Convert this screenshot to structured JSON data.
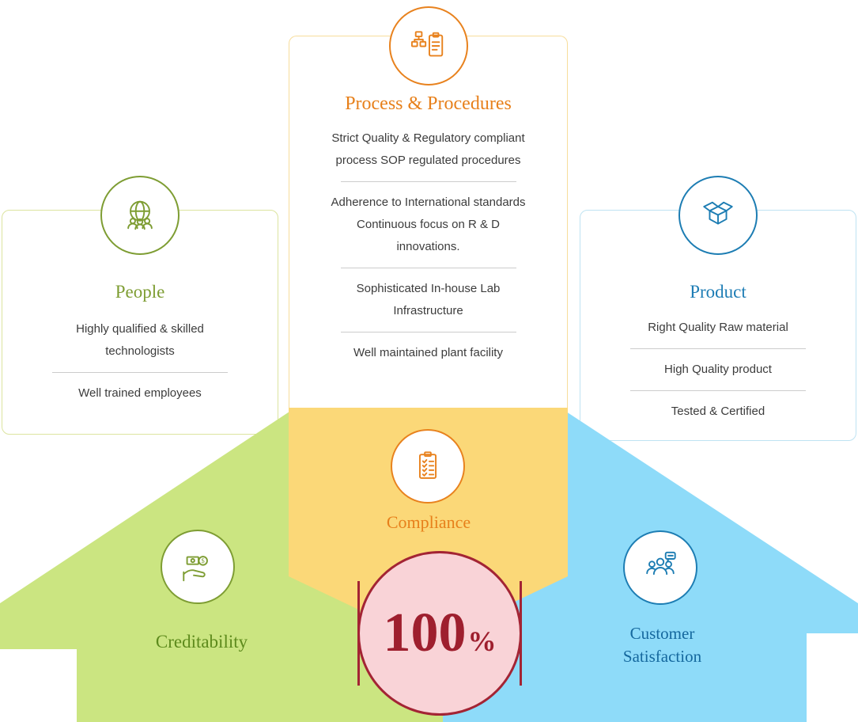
{
  "cards": {
    "people": {
      "icon": "globe-people-icon",
      "title": "People",
      "items": [
        "Highly qualified & skilled technologists",
        "Well trained employees"
      ]
    },
    "process": {
      "icon": "sitemap-clipboard-icon",
      "title": "Process & Procedures",
      "items": [
        "Strict Quality & Regulatory compliant process SOP regulated procedures",
        "Adherence to International standards Continuous focus on R & D innovations.",
        "Sophisticated In-house Lab Infrastructure",
        "Well maintained plant facility"
      ]
    },
    "product": {
      "icon": "open-box-icon",
      "title": "Product",
      "items": [
        "Right Quality Raw material",
        "High Quality product",
        "Tested & Certified"
      ]
    }
  },
  "banners": {
    "creditability": {
      "label": "Creditability",
      "icon": "hand-money-icon"
    },
    "compliance": {
      "label": "Compliance",
      "icon": "checklist-icon"
    },
    "customer": {
      "label": "Customer Satisfaction",
      "icon": "customers-chat-icon"
    }
  },
  "badge": {
    "value": "100",
    "unit": "%"
  },
  "colors": {
    "accent_orange": "#e7801b",
    "accent_green": "#7e9d33",
    "accent_blue": "#1e7db5",
    "label_dark_green": "#5d8a1c",
    "label_dark_blue": "#15689e",
    "arrow_green_fill": "#cbe581",
    "banner_yellow_fill": "#fbd878",
    "arrow_blue_fill": "#8edbf9",
    "badge_pink_fill": "#f9d3d7",
    "badge_maroon": "#a32434",
    "body_text": "#3c3c3c"
  }
}
